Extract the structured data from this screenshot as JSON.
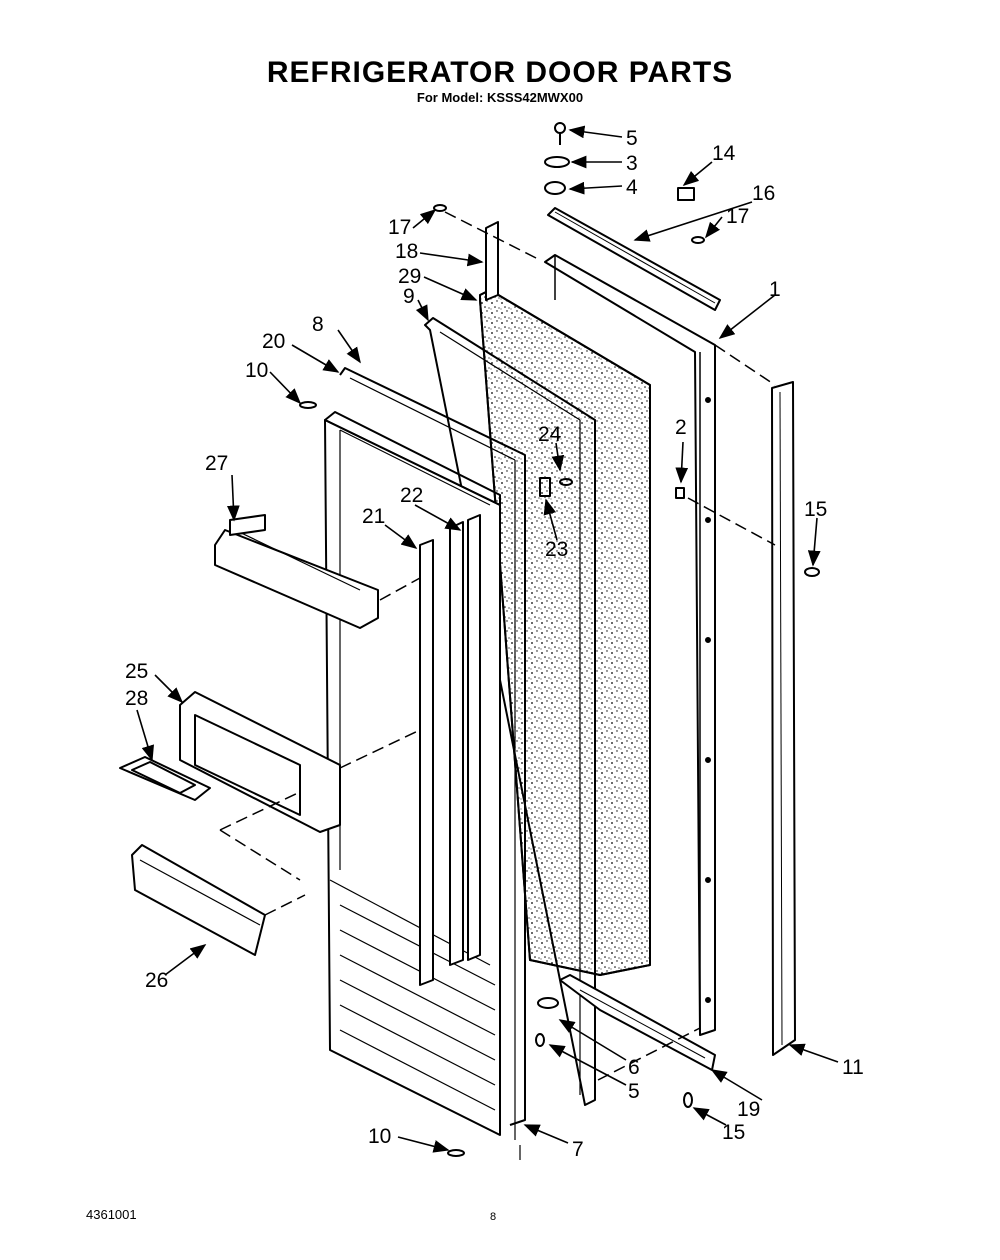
{
  "header": {
    "title": "REFRIGERATOR DOOR PARTS",
    "subtitle": "For Model: KSSS42MWX00"
  },
  "callouts": {
    "c1": "1",
    "c2": "2",
    "c3": "3",
    "c4": "4",
    "c5a": "5",
    "c5b": "5",
    "c6": "6",
    "c7": "7",
    "c8": "8",
    "c9": "9",
    "c10a": "10",
    "c10b": "10",
    "c11": "11",
    "c14": "14",
    "c15a": "15",
    "c15b": "15",
    "c16": "16",
    "c17a": "17",
    "c17b": "17",
    "c18": "18",
    "c19": "19",
    "c20": "20",
    "c21": "21",
    "c22": "22",
    "c23": "23",
    "c24": "24",
    "c25": "25",
    "c26": "26",
    "c27": "27",
    "c28": "28",
    "c29": "29"
  },
  "footer": {
    "doc_number": "4361001",
    "page_number": "8"
  }
}
